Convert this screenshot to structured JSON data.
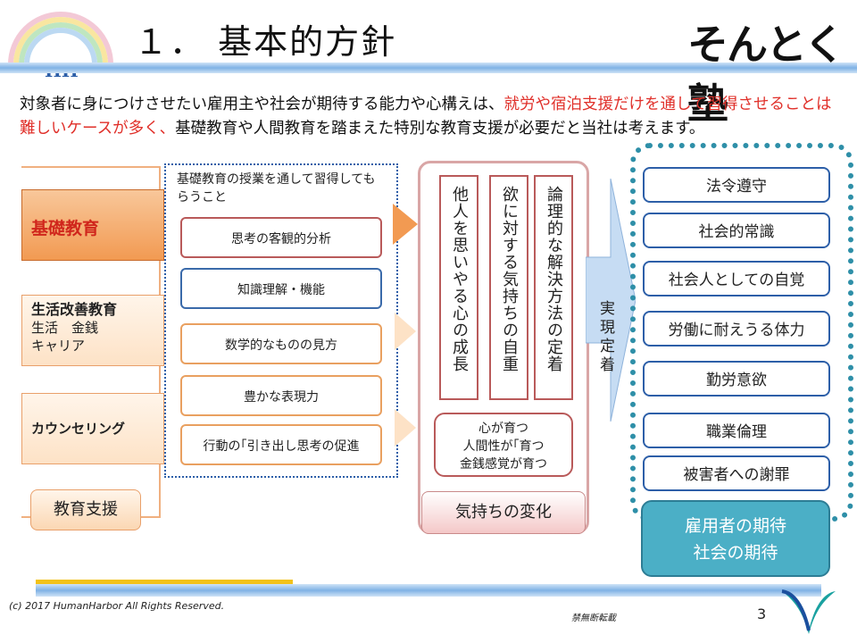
{
  "header": {
    "title": "１． 基本的方針",
    "brand": "そんとく塾",
    "logo_text": "HH"
  },
  "intro": {
    "text_a": "対象者に身につけさせたい雇用主や社会が期待する能力や心構えは、",
    "text_red": "就労や宿泊支援だけを通して習得させることは難しいケースが多く、",
    "text_b": "基礎教育や人間教育を踏まえた特別な教育支援が必要だと当社は考えます。"
  },
  "left": {
    "tab1": "基礎教育",
    "tab2_title": "生活改善教育",
    "tab2_line2": "生活　金銭",
    "tab2_line3": "キャリア",
    "tab3": "カウンセリング",
    "support": "教育支援"
  },
  "middle_left": {
    "caption": "基礎教育の授業を通して習得してもらうこと",
    "items": [
      "思考の客観的分析",
      "知識理解・機能",
      "数学的なものの見方",
      "豊かな表現力",
      "行動の｢引き出し思考の促進"
    ]
  },
  "mind": {
    "v1": "他人を思いやる心の成長",
    "v2": "欲に対する気持ちの自重",
    "v3": "論理的な解決方法の定着",
    "heart_1": "心が育つ",
    "heart_2": "人間性が｢育つ",
    "heart_3": "金銭感覚が育つ",
    "label": "気持ちの変化"
  },
  "realize": "実現定着",
  "right": {
    "items": [
      "法令遵守",
      "社会的常識",
      "社会人としての自覚",
      "労働に耐えうる体力",
      "勤労意欲",
      "職業倫理",
      "被害者への謝罪"
    ],
    "expect_1": "雇用者の期待",
    "expect_2": "社会の期待"
  },
  "footer": {
    "copyright": "(c) 2017 HumanHarbor All Rights Reserved.",
    "no_reprint": "禁無断転載",
    "page": "3"
  }
}
